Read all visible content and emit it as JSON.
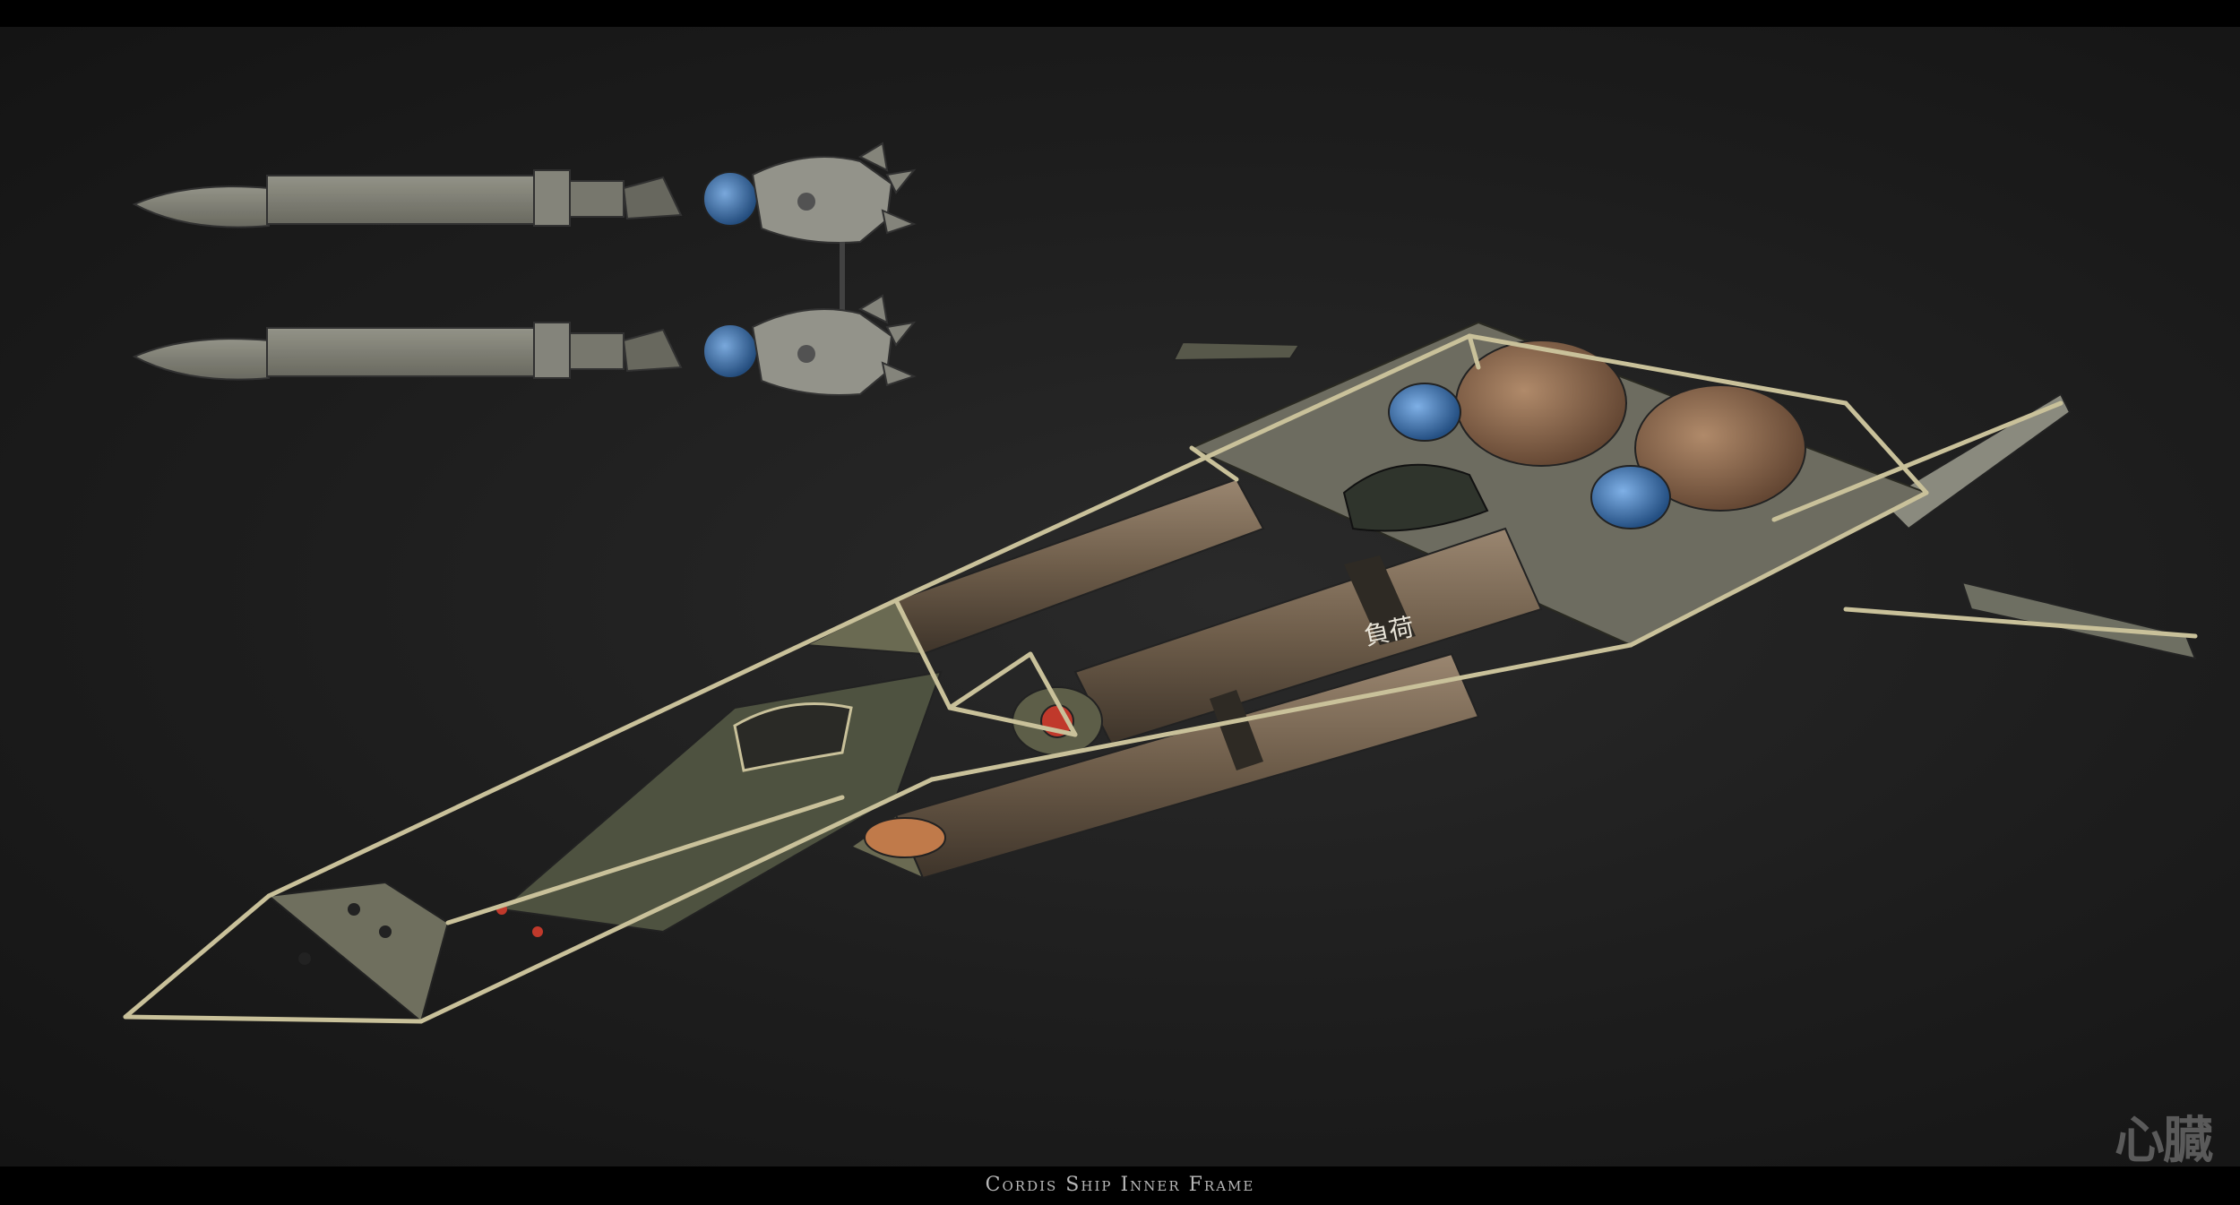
{
  "caption": "Cordis Ship Inner Frame",
  "hull_label": "負荷",
  "logo_text": "心臓",
  "colors": {
    "background": "#1d1d1d",
    "letterbox": "#000000",
    "frame_beige": "#c9c19a",
    "hull_bronze": "#7a6a55",
    "hull_olive": "#5f6049",
    "engine_blue": "#3f7fc2",
    "accent_red": "#c0392b",
    "ghost_grey": "#8a8a80"
  }
}
